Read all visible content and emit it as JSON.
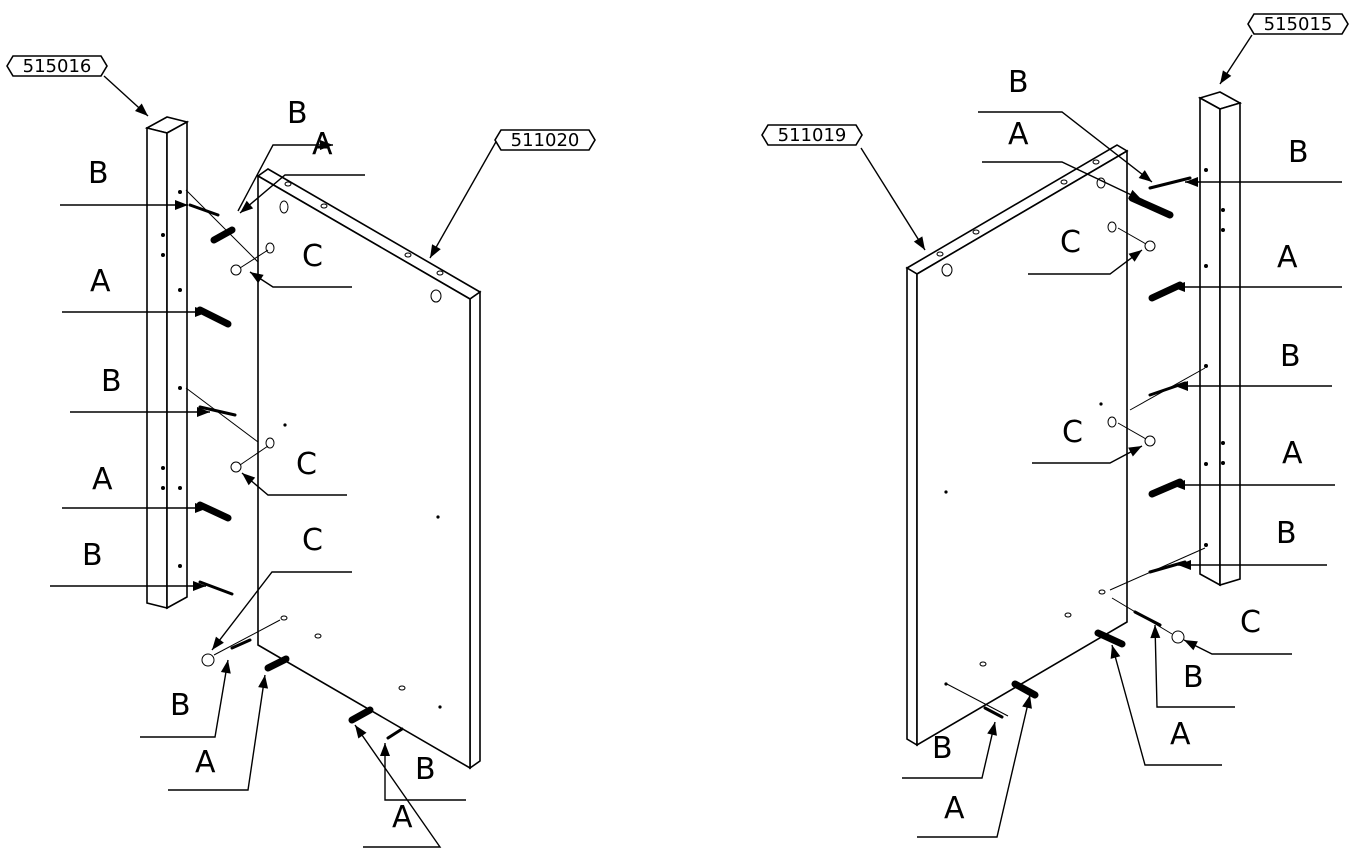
{
  "part_numbers": {
    "left_post": "515016",
    "left_panel": "511020",
    "right_panel": "511019",
    "right_post": "515015"
  },
  "fastener_letters": {
    "dowel": "A",
    "cam_bolt": "B",
    "cam_lock": "C"
  }
}
